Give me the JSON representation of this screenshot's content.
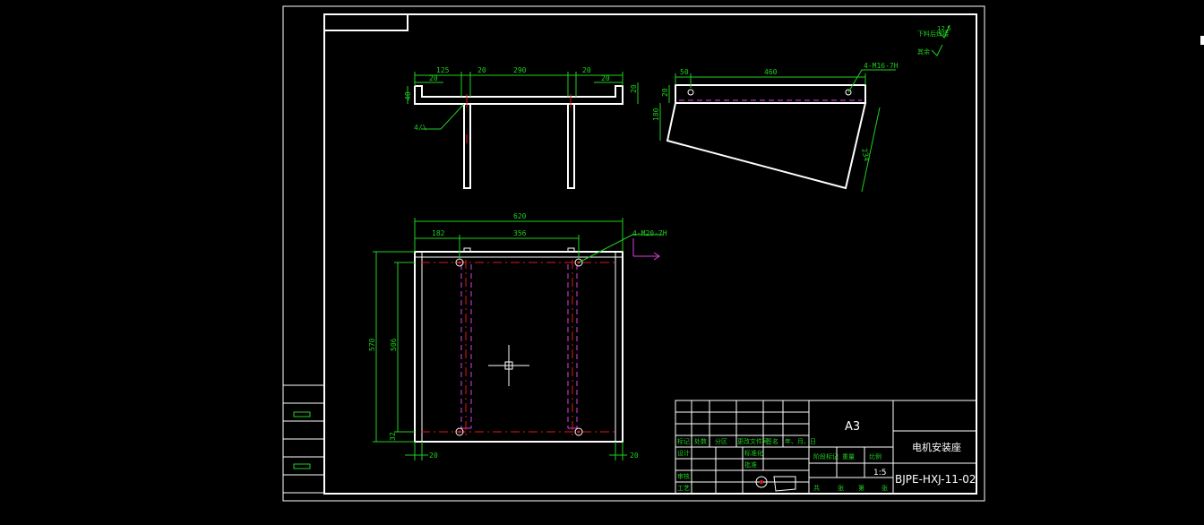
{
  "colors": {
    "background": "#000000",
    "outline": "#ffffff",
    "dimension": "#1fd01f",
    "centerline": "#e01818",
    "hidden": "#e040e0"
  },
  "top_view": {
    "dims": [
      "125",
      "20",
      "290",
      "20",
      "20",
      "20",
      "40",
      "20"
    ],
    "weld_note": "4/\\"
  },
  "side_view": {
    "dims": [
      "50",
      "460",
      "20",
      "180",
      "234"
    ],
    "hole_note": "4-M16-7H"
  },
  "plan_view": {
    "dims": [
      "620",
      "182",
      "356",
      "570",
      "506",
      "32",
      "20",
      "20"
    ],
    "hole_note": "4-M20-7H"
  },
  "corner_note": {
    "line1": "下料后焊接",
    "line2": "其余",
    "symbol": "12.5"
  },
  "title_block": {
    "sheet_size": "A3",
    "part_name": "电机安装座",
    "drawing_no": "BJPE-HXJ-11-02",
    "scale": "1:5",
    "row_headers": [
      "标记",
      "处数",
      "分区",
      "更改文件号",
      "签名",
      "年、月、日"
    ],
    "labels": {
      "design": "设计",
      "standardize": "标准化",
      "review": "审核",
      "process": "工艺",
      "approve": "批准",
      "stage_mark": "阶段标记",
      "weight": "重量",
      "ratio": "比例",
      "total": "共",
      "sheets": "张",
      "sheet_no": "第",
      "sheet_unit": "张"
    }
  }
}
